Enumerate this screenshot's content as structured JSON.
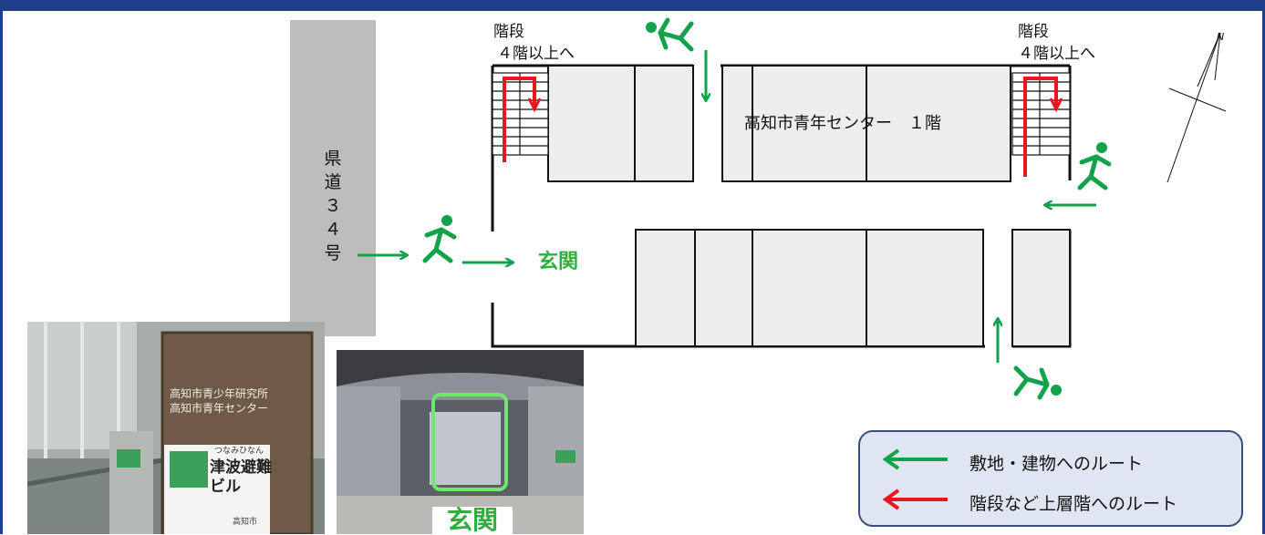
{
  "road": {
    "label_chars": [
      "県",
      "道",
      "３",
      "４",
      "号"
    ]
  },
  "stairs_left": {
    "line1": "階段",
    "line2": "４階以上へ"
  },
  "stairs_right": {
    "line1": "階段",
    "line2": "４階以上へ"
  },
  "building": {
    "floor_label": "高知市青年センター　１階"
  },
  "entrance": {
    "label": "玄関"
  },
  "compass": {
    "label": "N"
  },
  "legend": {
    "items": [
      {
        "label": "敷地・建物へのルート",
        "color": "#13a24a"
      },
      {
        "label": "階段など上層階へのルート",
        "color": "#e8171f"
      }
    ]
  },
  "photo_sign": {
    "board_line1": "高知市青少年研究所",
    "board_line2": "高知市青年センター",
    "ruby": "つなみひなん",
    "tsunami_title": "津波避難",
    "tsunami_sub": "ビル",
    "owner": "高知市"
  },
  "photo_entrance": {
    "caption": "玄関"
  },
  "colors": {
    "frame": "#1d3f8c",
    "route_green": "#13a24a",
    "route_red": "#e8171f",
    "room_fill": "#ededed",
    "road_gray": "#bdbdbd"
  }
}
